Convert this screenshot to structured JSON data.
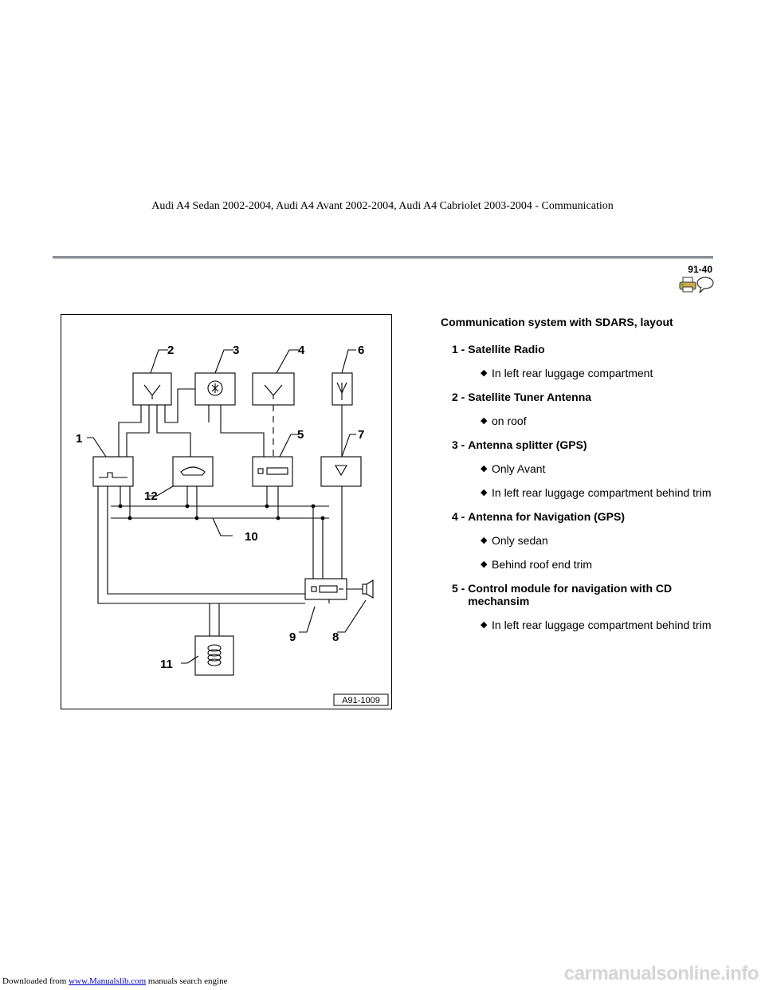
{
  "header": {
    "doc_title": "Audi A4 Sedan 2002-2004, Audi A4 Avant 2002-2004, Audi A4 Cabriolet 2003-2004 - Communication",
    "page_number": "91-40",
    "icons": [
      "print-icon",
      "comment-icon"
    ]
  },
  "figure": {
    "code": "A91-1009",
    "callouts": [
      "1",
      "2",
      "3",
      "4",
      "5",
      "6",
      "7",
      "8",
      "9",
      "10",
      "11",
      "12"
    ]
  },
  "legend": {
    "title": "Communication system with SDARS, layout",
    "items": [
      {
        "num": "1 - ",
        "label": "Satellite Radio",
        "notes": [
          "In left rear luggage compartment"
        ]
      },
      {
        "num": "2 - ",
        "label": "Satellite Tuner Antenna",
        "notes": [
          "on roof"
        ]
      },
      {
        "num": "3 - ",
        "label": "Antenna splitter (GPS)",
        "notes": [
          "Only Avant",
          "In left rear luggage compartment behind trim"
        ]
      },
      {
        "num": "4 - ",
        "label": "Antenna for Navigation (GPS)",
        "notes": [
          "Only sedan",
          "Behind roof end trim"
        ]
      },
      {
        "num": "5 - ",
        "label": "Control module for navigation with CD mechansim",
        "notes": [
          "In left rear luggage compartment behind trim"
        ]
      }
    ]
  },
  "footer": {
    "prefix": "Downloaded from ",
    "link": "www.Manualslib.com",
    "suffix": " manuals search engine",
    "watermark": "carmanualsonline.info"
  }
}
